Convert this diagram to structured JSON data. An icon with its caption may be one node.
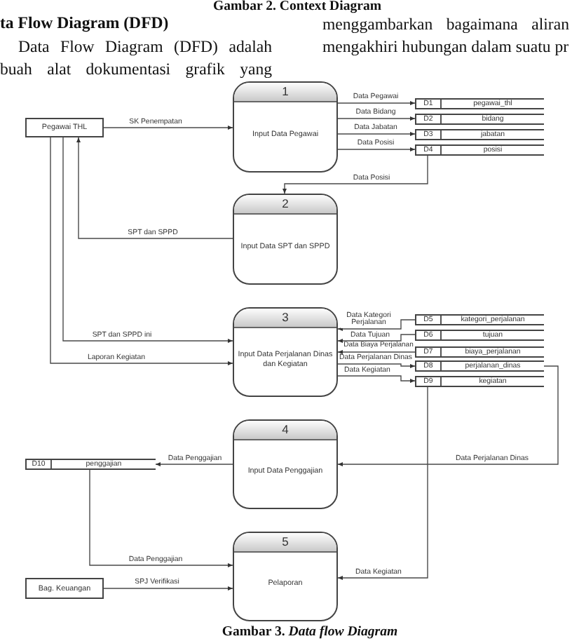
{
  "diagram": {
    "caption": "Gambar 3. *Data flow Diagram*",
    "nodes": [
      {
        "text": [
          "Pegawai THL"
        ]
      },
      {
        "text": [
          "1",
          "Input Data Pegawai"
        ]
      },
      {
        "text": [
          "D1",
          "pegawai_thl"
        ]
      },
      {
        "text": [
          "D2",
          "bidang"
        ]
      },
      {
        "text": [
          "D3",
          "jabatan"
        ]
      },
      {
        "text": [
          "D4",
          "posisi"
        ]
      },
      {
        "text": [
          "2",
          "Input Data SPT dan SPPD"
        ]
      },
      {
        "text": [
          "3",
          "Input Data Perjalanan Dinas dan Kegiatan"
        ]
      },
      {
        "text": [
          "D5",
          "kategori_perjalanan"
        ]
      },
      {
        "text": [
          "D6",
          "tujuan"
        ]
      },
      {
        "text": [
          "D7",
          "biaya_perjalanan"
        ]
      },
      {
        "text": [
          "D8",
          "perjalanan_dinas"
        ]
      },
      {
        "text": [
          "D9",
          "kegiatan"
        ]
      },
      {
        "text": [
          "D10",
          "penggajian"
        ]
      },
      {
        "text": [
          "4",
          "Input Data Penggajian"
        ]
      },
      {
        "text": [
          "5",
          "Pelaporan"
        ]
      },
      {
        "text": [
          "Bag. Keuangan"
        ]
      }
    ],
    "edges": [
      {
        "from": 0,
        "to": 1,
        "arrow": "to",
        "label": "SK Penempatan"
      },
      {
        "from": 1,
        "to": 2,
        "arrow": "to",
        "label": "Data Pegawai"
      },
      {
        "from": 1,
        "to": 3,
        "arrow": "to",
        "label": "Data Bidang"
      },
      {
        "from": 1,
        "to": 4,
        "arrow": "to",
        "label": "Data Jabatan"
      },
      {
        "from": 1,
        "to": 5,
        "arrow": "to",
        "label": "Data Posisi"
      },
      {
        "from": 5,
        "to": 6,
        "arrow": "to",
        "label": "Data Posisi"
      },
      {
        "from": 6,
        "to": 0,
        "arrow": "to",
        "label": "SPT dan SPPD"
      },
      {
        "from": 0,
        "to": 7,
        "arrow": "to",
        "label": "SPT dan SPPD ini"
      },
      {
        "from": 0,
        "to": 7,
        "arrow": "to",
        "label": "Laporan Kegiatan"
      },
      {
        "from": 8,
        "to": 7,
        "arrow": "to",
        "label": "Data Kategori Perjalanan"
      },
      {
        "from": 9,
        "to": 7,
        "arrow": "to",
        "label": "Data Tujuan"
      },
      {
        "from": 10,
        "to": 7,
        "arrow": "to",
        "label": "Data Biaya Perjalanan"
      },
      {
        "from": 7,
        "to": 11,
        "arrow": "to",
        "label": "Data Perjalanan Dinas"
      },
      {
        "from": 7,
        "to": 12,
        "arrow": "to",
        "label": "Data Kegiatan"
      },
      {
        "from": 11,
        "to": 14,
        "arrow": "to",
        "label": "Data Perjalanan Dinas"
      },
      {
        "from": 14,
        "to": 13,
        "arrow": "to",
        "label": "Data Penggajian"
      },
      {
        "from": 13,
        "to": 15,
        "arrow": "to",
        "label": "Data Penggajian"
      },
      {
        "from": 12,
        "to": 15,
        "arrow": "to",
        "label": "Data Kegiatan"
      },
      {
        "from": 16,
        "to": 15,
        "arrow": "to",
        "label": "SPJ Verifikasi"
      }
    ],
    "labels": [
      "Gambar 2. Context Diagram",
      "ta Flow Diagram (DFD)",
      "Data Flow Diagram (DFD) adalah buah alat dokumentasi grafik yang",
      "menggambarkan bagaimana aliran",
      "mengakhiri hubungan dalam suatu pr"
    ]
  }
}
